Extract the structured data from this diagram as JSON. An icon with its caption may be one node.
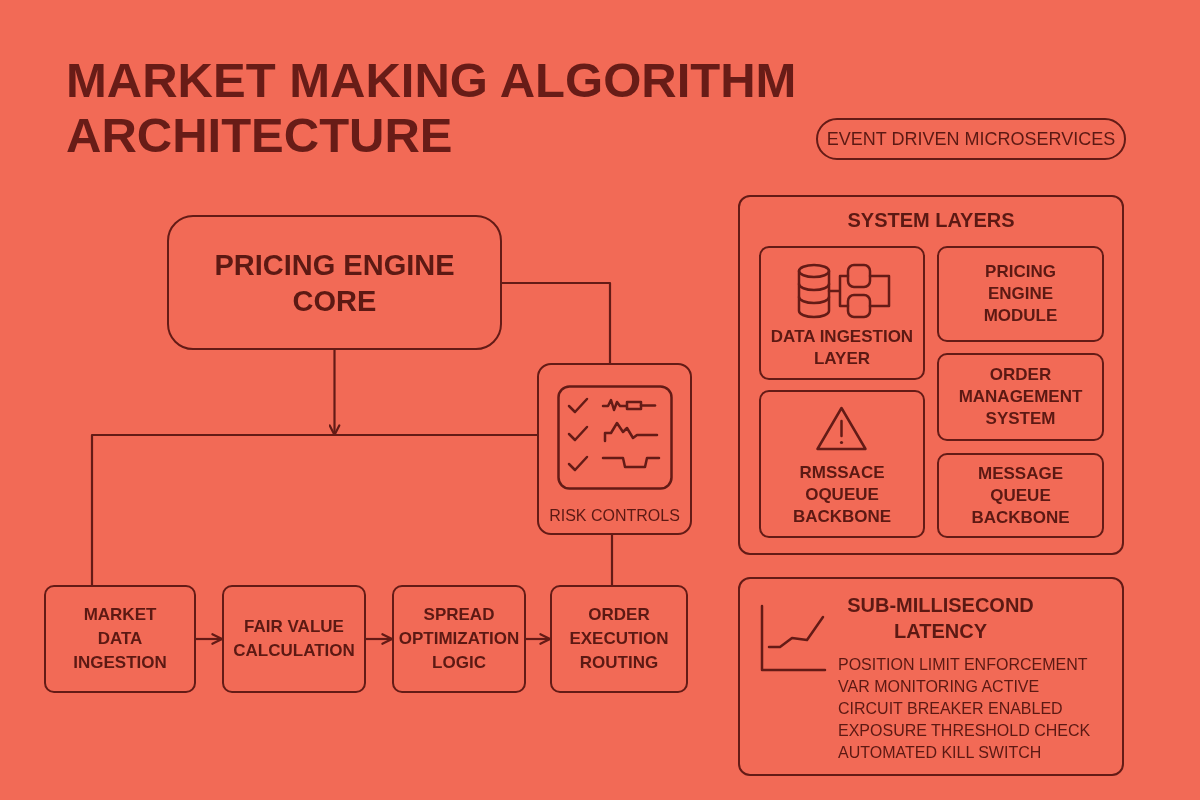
{
  "diagram": {
    "title": "MARKET MAKING ALGORITHM ARCHITECTURE",
    "nodes": [
      {
        "text": [
          "EVENT DRIVEN MICROSERVICES"
        ]
      },
      {
        "text": [
          "PRICING ENGINE CORE"
        ]
      },
      {
        "text": [
          "RISK CONTROLS"
        ]
      },
      {
        "text": [
          "MARKET DATA INGESTION"
        ]
      },
      {
        "text": [
          "FAIR VALUE CALCULATION"
        ]
      },
      {
        "text": [
          "SPREAD OPTIMIZATION LOGIC"
        ]
      },
      {
        "text": [
          "ORDER EXECUTION ROUTING"
        ]
      },
      {
        "text": [
          "SYSTEM LAYERS"
        ]
      },
      {
        "text": [
          "DATA INGESTION LAYER"
        ],
        "in": 7
      },
      {
        "text": [
          "PRICING ENGINE MODULE"
        ],
        "in": 7
      },
      {
        "text": [
          "ORDER MANAGEMENT SYSTEM"
        ],
        "in": 7
      },
      {
        "text": [
          "RMSSACE OQUEUE BACKBONE"
        ],
        "in": 7
      },
      {
        "text": [
          "MESSAGE QUEUE BACKBONE"
        ],
        "in": 7
      },
      {
        "text": [
          "SUB-MILLISECOND LATENCY",
          "POSITION LIMIT ENFORCEMENT",
          "VAR MONITORING ACTIVE",
          "CIRCUIT BREAKER ENABLED",
          "EXPOSURE THRESHOLD CHECK",
          "AUTOMATED KILL SWITCH"
        ]
      }
    ],
    "edges": [
      {
        "from": 1,
        "to": null,
        "arrow": "to"
      },
      {
        "from": 3,
        "to": 2,
        "arrow": "none"
      },
      {
        "from": 1,
        "to": 2,
        "arrow": "none"
      },
      {
        "from": 2,
        "to": 6,
        "arrow": "none"
      },
      {
        "from": 3,
        "to": 4,
        "arrow": "to"
      },
      {
        "from": 4,
        "to": 5,
        "arrow": "to"
      },
      {
        "from": 5,
        "to": 6,
        "arrow": "to"
      }
    ]
  }
}
